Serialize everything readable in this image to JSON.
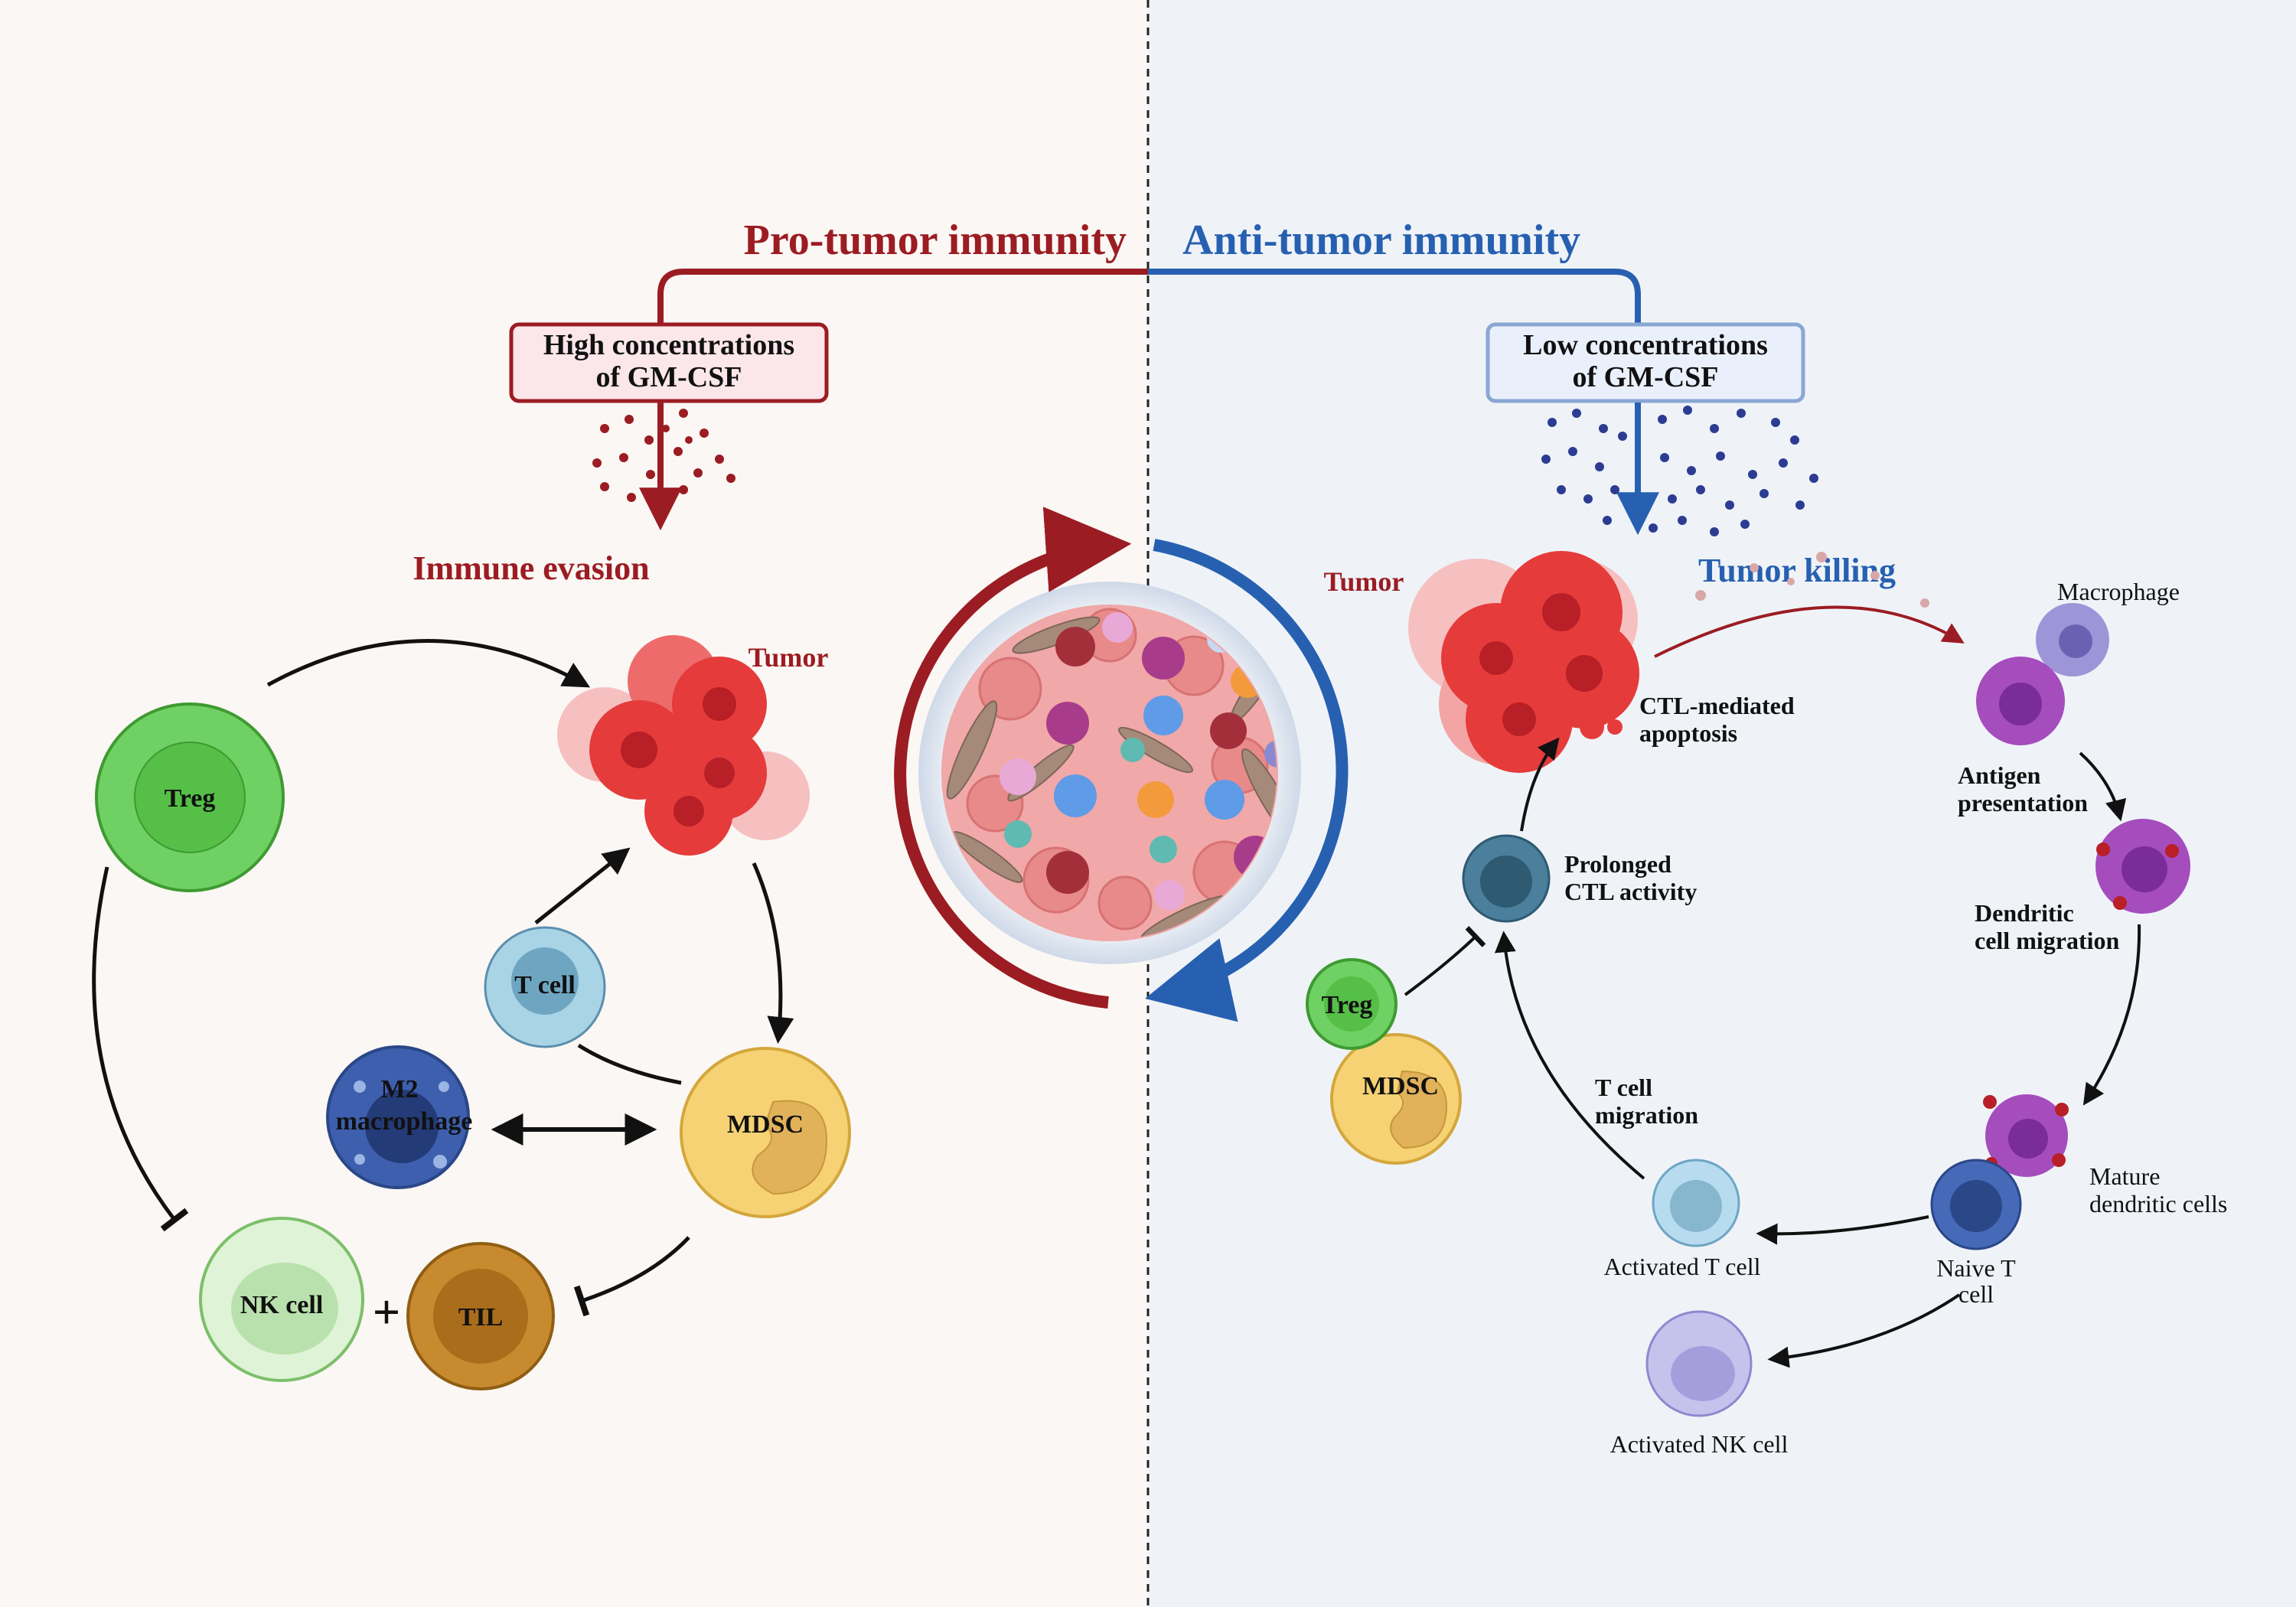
{
  "colors": {
    "left_panel_bg": "#fbf7f4",
    "right_panel_bg": "#eff3f8",
    "pro_tumor": "#9b1c22",
    "anti_tumor": "#2760b0"
  },
  "header": {
    "pro_tumor": "Pro-tumor immunity",
    "anti_tumor": "Anti-tumor immunity"
  },
  "left_panel": {
    "box_line1": "High concentrations",
    "box_line2": "of GM-CSF",
    "outcome": "Immune evasion",
    "tumor_label": "Tumor",
    "cells": {
      "treg": "Treg",
      "t_cell": "T cell",
      "m2_line1": "M2",
      "m2_line2": "macrophage",
      "mdsc": "MDSC",
      "nk_cell": "NK cell",
      "til": "TIL"
    },
    "plus_sign": "+"
  },
  "right_panel": {
    "box_line1": "Low concentrations",
    "box_line2": "of GM-CSF",
    "outcome": "Tumor killing",
    "tumor_label": "Tumor",
    "labels": {
      "ctl_apoptosis_1": "CTL-mediated",
      "ctl_apoptosis_2": "apoptosis",
      "macrophage": "Macrophage",
      "antigen_1": "Antigen",
      "antigen_2": "presentation",
      "dc_migration_1": "Dendritic",
      "dc_migration_2": "cell migration",
      "mature_dc_1": "Mature",
      "mature_dc_2": "dendritic cells",
      "naive_t_1": "Naive T",
      "naive_t_2": "cell",
      "activated_t": "Activated T cell",
      "activated_nk": "Activated NK cell",
      "t_migration_1": "T cell",
      "t_migration_2": "migration",
      "prolonged_1": "Prolonged",
      "prolonged_2": "CTL activity",
      "treg": "Treg",
      "mdsc": "MDSC"
    }
  }
}
